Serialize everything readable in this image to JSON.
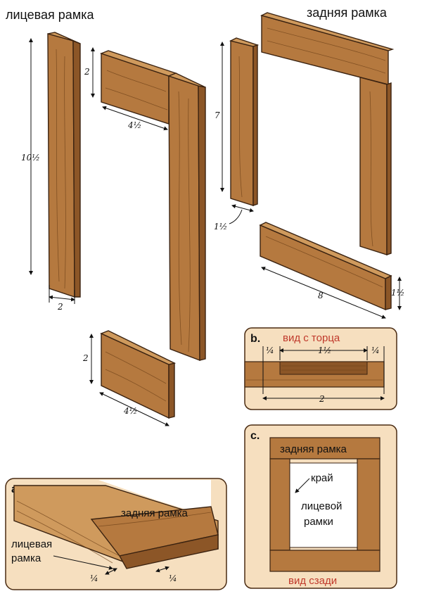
{
  "titles": {
    "front_frame": "лицевая рамка",
    "back_frame": "задняя рамка"
  },
  "dimensions": {
    "stile_length": "10½",
    "stile_width": "2",
    "rail_height_top": "2",
    "rail_length_top": "4½",
    "rail_height_bottom": "2",
    "rail_length_bottom": "4½",
    "back_stile_length": "7",
    "back_stile_width": "1½",
    "back_rail_length": "8",
    "back_rail_height": "1½"
  },
  "panel_b": {
    "letter": "b.",
    "title": "вид с торца",
    "dim_left": "¼",
    "dim_mid": "1½",
    "dim_right": "¼",
    "dim_total": "2"
  },
  "panel_c": {
    "letter": "c.",
    "back_frame": "задняя рамка",
    "edge_line1": "край",
    "edge_line2": "лицевой",
    "edge_line3": "рамки",
    "footer": "вид сзади"
  },
  "panel_a": {
    "letter": "a.",
    "back_frame": "задняя рамка",
    "front_line1": "лицевая",
    "front_line2": "рамка",
    "dim1": "¼",
    "dim2": "¼"
  }
}
